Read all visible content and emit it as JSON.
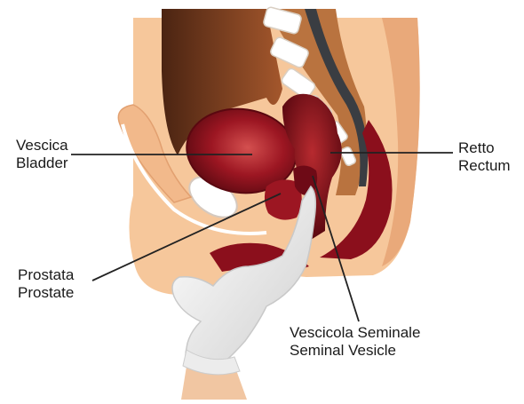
{
  "labels": {
    "bladder": {
      "it": "Vescica",
      "en": "Bladder"
    },
    "rectum": {
      "it": "Retto",
      "en": "Rectum"
    },
    "prostate": {
      "it": "Prostata",
      "en": "Prostate"
    },
    "seminal_vesicle": {
      "it": "Vescicola Seminale",
      "en": "Seminal Vesicle"
    }
  },
  "colors": {
    "skin": "#f6c79b",
    "skin_dark": "#e9a97a",
    "organ_red": "#8b0f1c",
    "organ_highlight": "#c23a3a",
    "bowel_brown": "#7a3e1f",
    "bone": "#ffffff",
    "glove": "#f2f2f2",
    "leader_line": "#222222"
  }
}
